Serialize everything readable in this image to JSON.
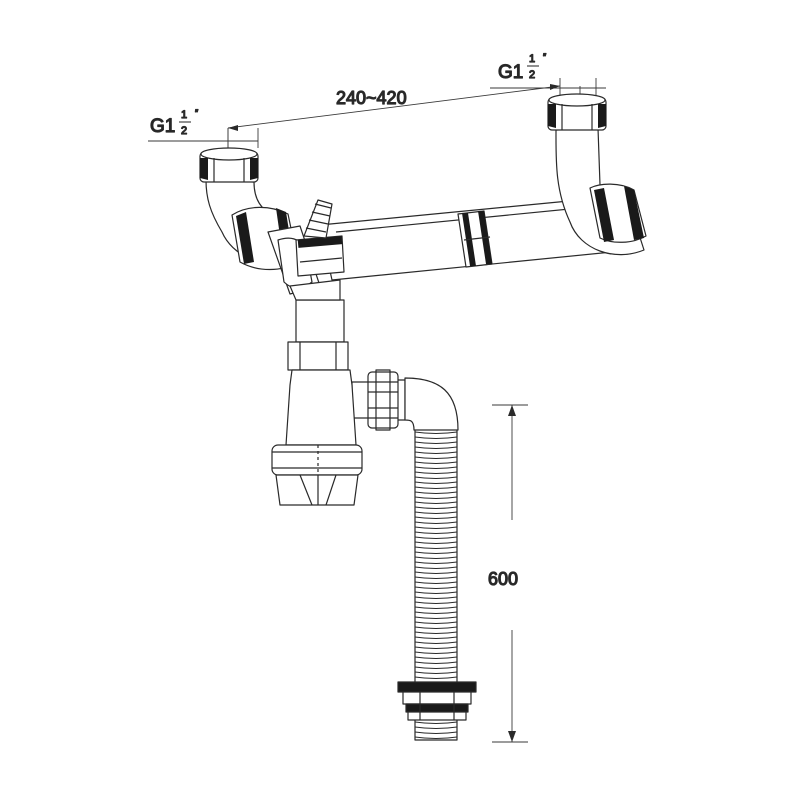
{
  "labels": {
    "thread_size_left": {
      "main": "G1",
      "numerator": "1",
      "denominator": "2",
      "mark": "″"
    },
    "thread_size_right": {
      "main": "G1",
      "numerator": "1",
      "denominator": "2",
      "mark": "″"
    },
    "bowl_distance": "240~420",
    "hose_length": "600"
  },
  "colors": {
    "line": "#2a2a2a",
    "fill": "#ffffff",
    "nut": "#1a1a1a",
    "background": "#ffffff"
  },
  "components": [
    "left-outlet-nut",
    "left-outlet-elbow",
    "overflow-hose-connector",
    "horizontal-connection-pipe",
    "pipe-coupling-nut",
    "right-outlet-nut",
    "right-outlet-elbow",
    "bottle-trap",
    "trap-side-outlet",
    "corrugated-drain-hose",
    "hose-end-adapter"
  ]
}
